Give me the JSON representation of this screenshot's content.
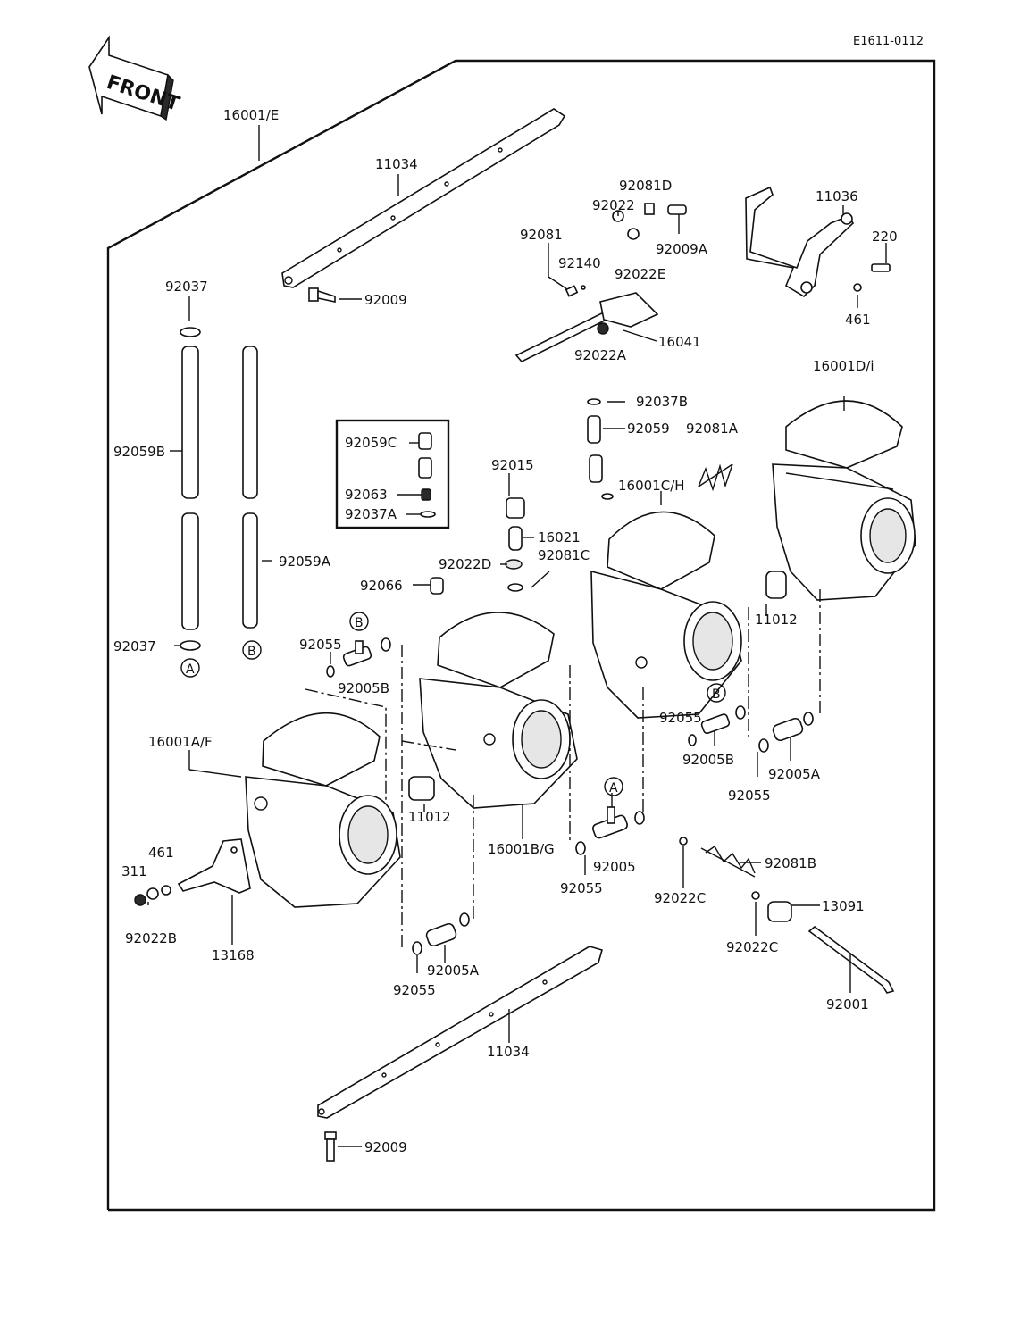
{
  "diagram_code": "E1611-0112",
  "front_label": "FRONT",
  "inset_labels": [
    "92059C",
    "92063",
    "92037A"
  ],
  "labels": {
    "l16001E": "16001/E",
    "l11034top": "11034",
    "l92081D": "92081D",
    "l92022": "92022",
    "l92081": "92081",
    "l92009A": "92009A",
    "l92140": "92140",
    "l92022E": "92022E",
    "l11036": "11036",
    "l220": "220",
    "l461top": "461",
    "l92037top": "92037",
    "l92009top": "92009",
    "l92022A": "92022A",
    "l16041": "16041",
    "l16001Di": "16001D/i",
    "l92037B": "92037B",
    "l92059": "92059",
    "l92081A": "92081A",
    "l92059B": "92059B",
    "l92015": "92015",
    "l16001CH": "16001C/H",
    "l16021": "16021",
    "l92022D": "92022D",
    "l92081C": "92081C",
    "l92059A": "92059A",
    "l92066": "92066",
    "l11012right": "11012",
    "l92037bot": "92037",
    "l92055a": "92055",
    "l92005Bleft": "92005B",
    "l16001AF": "16001A/F",
    "l92055right": "92055",
    "l92005Bright": "92005B",
    "l92005Aright": "92005A",
    "l92055right2": "92055",
    "l11012mid": "11012",
    "l16001BG": "16001B/G",
    "l461bot": "461",
    "l311": "311",
    "l92022B": "92022B",
    "l13168": "13168",
    "l92005": "92005",
    "l92055mid": "92055",
    "l92081B": "92081B",
    "l92022C1": "92022C",
    "l13091": "13091",
    "l92022C2": "92022C",
    "l92005Aleft": "92005A",
    "l92055left": "92055",
    "l92001": "92001",
    "l11034bot": "11034",
    "l92009bot": "92009"
  },
  "ref_markers": {
    "A1": "A",
    "B1": "B",
    "B2": "B",
    "B3": "B",
    "A2": "A"
  }
}
